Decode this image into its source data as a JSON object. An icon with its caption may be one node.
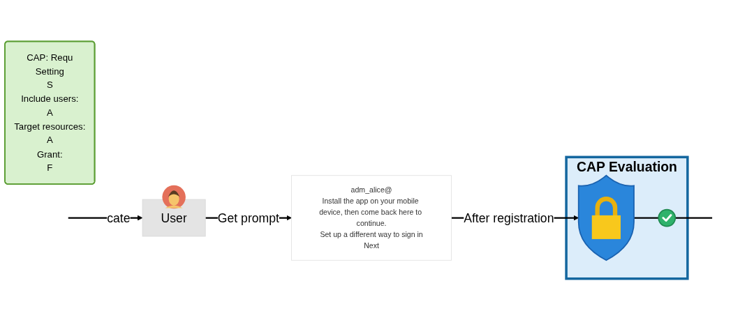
{
  "diagram": {
    "nodes": [
      {
        "text": [
          "User"
        ]
      },
      {
        "text": [
          "adm_alice@",
          "Install the app on your mobile device, then come back here to continue.",
          "Set up a different way to sign in",
          "Next"
        ]
      },
      {
        "text": [
          "CAP Evaluation"
        ]
      },
      {
        "text": [],
        "shape": "picture",
        "in": 2
      },
      {
        "text": [],
        "shape": "circle",
        "in": 2
      },
      {
        "text": [
          "CAP: Requ",
          "Setting",
          "S",
          "Include users:",
          "A",
          "Target resources:",
          "A",
          "Grant:",
          "F"
        ]
      }
    ],
    "edges": [
      {
        "from": null,
        "to": 0,
        "arrow": "to",
        "label": "cate"
      },
      {
        "from": 0,
        "to": 1,
        "arrow": "to",
        "label": "Get prompt"
      },
      {
        "from": 1,
        "to": 3,
        "arrow": "to",
        "label": "After registration"
      },
      {
        "from": 3,
        "to": 4,
        "arrow": "none"
      },
      {
        "from": 4,
        "to": null,
        "arrow": "none"
      }
    ]
  }
}
